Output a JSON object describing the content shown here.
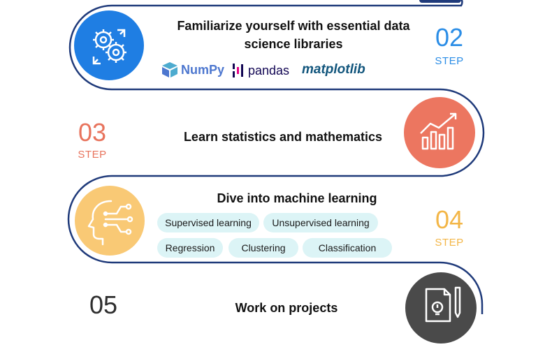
{
  "steps": [
    {
      "number": "02",
      "label": "STEP",
      "title": "Familiarize yourself with essential data science libraries",
      "icon": "gears-icon",
      "number_color": "#2b8de6",
      "circle_color": "#1f7ee3",
      "libraries": [
        "NumPy",
        "pandas",
        "matplotlib"
      ]
    },
    {
      "number": "03",
      "label": "STEP",
      "title": "Learn statistics and mathematics",
      "icon": "growth-chart-icon",
      "number_color": "#e8735c",
      "circle_color": "#ec7660"
    },
    {
      "number": "04",
      "label": "STEP",
      "title": "Dive into machine learning",
      "icon": "ai-head-icon",
      "number_color": "#f3b647",
      "circle_color": "#f9c975",
      "topics": [
        "Supervised learning",
        "Unsupervised learning",
        "Regression",
        "Clustering",
        "Classification"
      ]
    },
    {
      "number": "05",
      "title": "Work on projects",
      "icon": "project-document-icon",
      "number_color": "#2e2e2e",
      "circle_color": "#4a4a4a"
    }
  ],
  "colors": {
    "track_border": "#1f3a7a",
    "chip_background": "#dcf4f6"
  }
}
